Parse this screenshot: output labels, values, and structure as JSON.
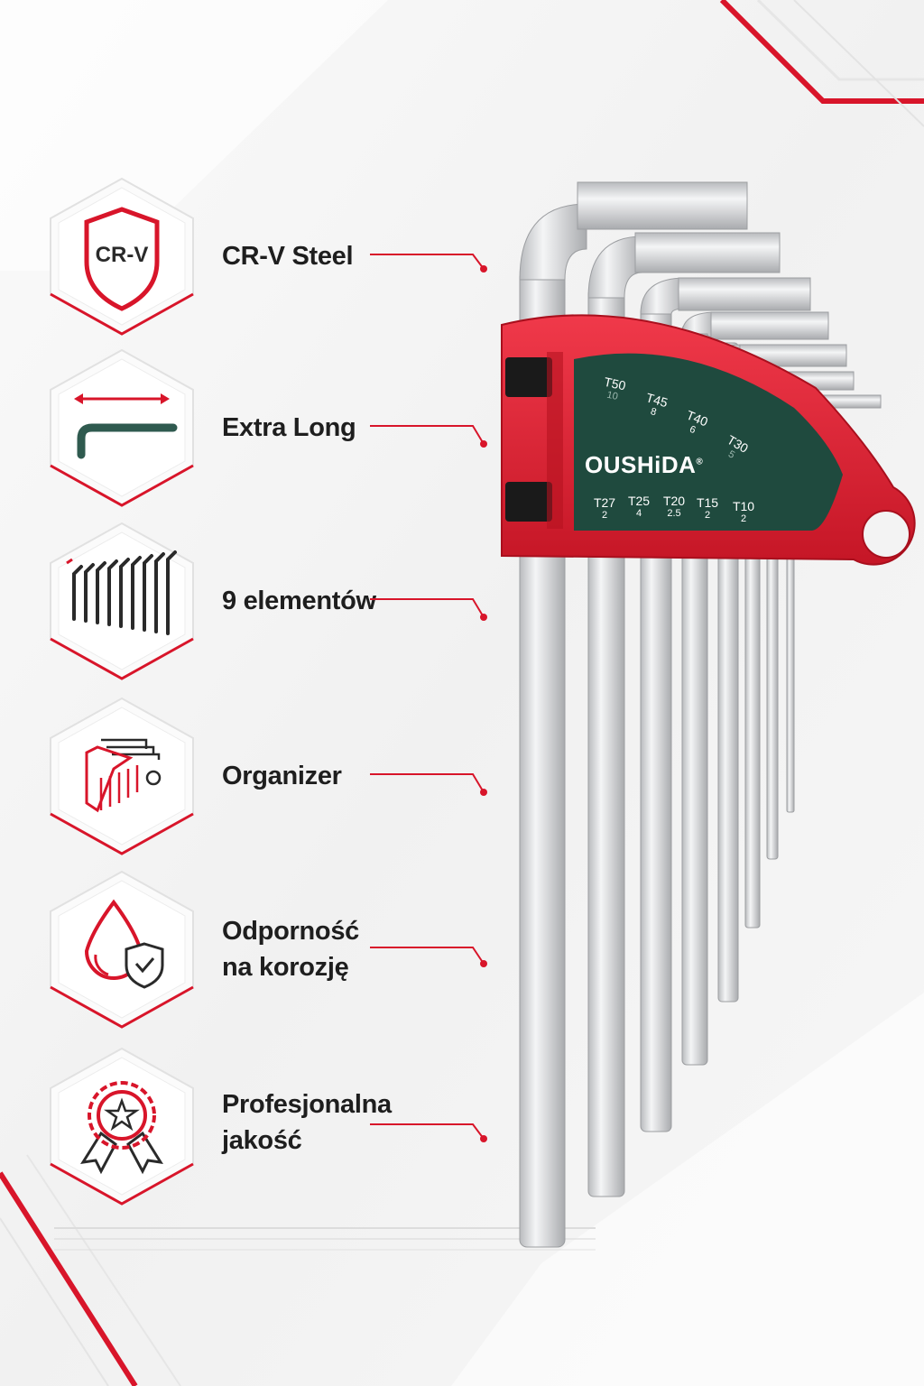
{
  "brand": {
    "name": "OUSHiDA",
    "registered_mark": "®"
  },
  "features": [
    {
      "label_lines": [
        "CR-V Steel"
      ],
      "icon": "crv-shield-icon",
      "icon_text": "CR-V"
    },
    {
      "label_lines": [
        "Extra Long"
      ],
      "icon": "long-hex-key-icon"
    },
    {
      "label_lines": [
        "9 elementów"
      ],
      "icon": "nine-keys-icon"
    },
    {
      "label_lines": [
        "Organizer"
      ],
      "icon": "organizer-icon"
    },
    {
      "label_lines": [
        "Odporność",
        "na korozję"
      ],
      "icon": "corrosion-drop-icon"
    },
    {
      "label_lines": [
        "Profesjonalna",
        "jakość"
      ],
      "icon": "quality-badge-icon"
    }
  ],
  "holder_labels": {
    "top_row": [
      {
        "size": "T50",
        "alt": "10"
      },
      {
        "size": "T45",
        "alt": "8"
      },
      {
        "size": "T40",
        "alt": "6"
      },
      {
        "size": "T30",
        "alt": "5"
      }
    ],
    "bottom_row": [
      {
        "size": "T27",
        "alt": "2"
      },
      {
        "size": "T25",
        "alt": "4"
      },
      {
        "size": "T20",
        "alt": "2.5"
      },
      {
        "size": "T15",
        "alt": "2"
      },
      {
        "size": "T10",
        "alt": "2"
      }
    ]
  },
  "colors": {
    "accent_red": "#d8152a",
    "holder_red": "#e32636",
    "holder_green": "#1f4a3e",
    "text_dark": "#1e1e1e",
    "steel": "#d9dadc",
    "background": "#f3f3f3"
  }
}
